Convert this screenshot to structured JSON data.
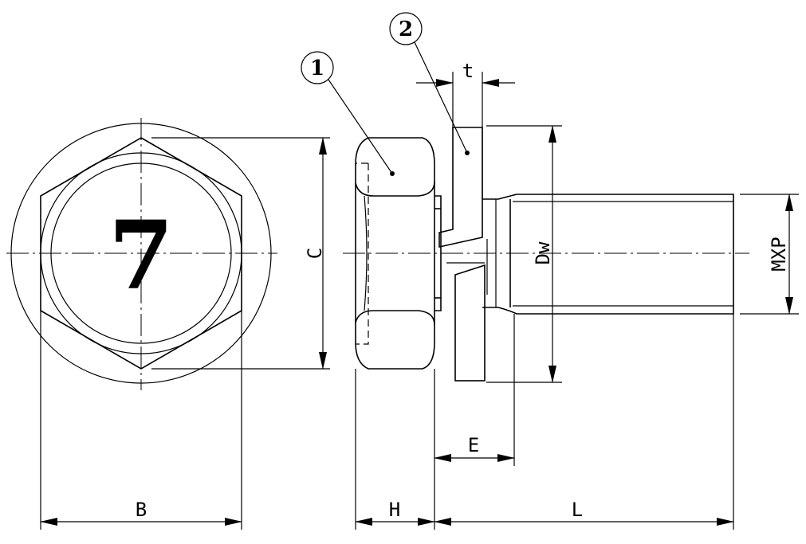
{
  "head_mark": "7",
  "parts": {
    "bolt_callout": "1",
    "washer_callout": "2"
  },
  "dimensions": {
    "B": "B",
    "C": "C",
    "H": "H",
    "L": "L",
    "E": "E",
    "t": "t",
    "Dw": "Dw",
    "MXP": "MXP"
  }
}
